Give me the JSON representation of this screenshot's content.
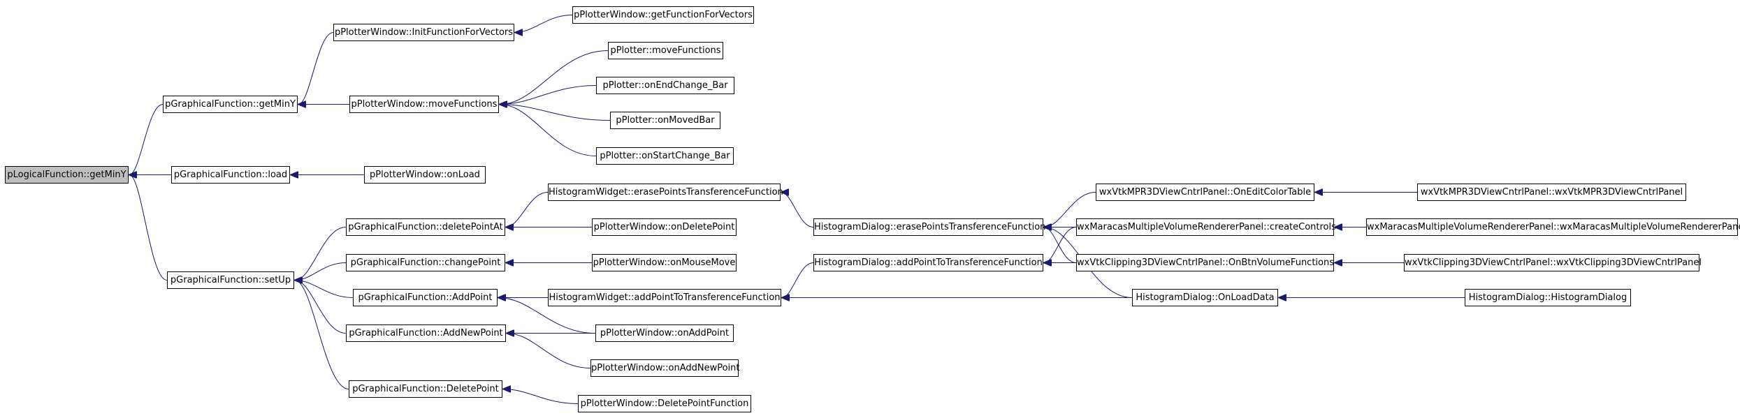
{
  "diagram": {
    "colors": {
      "edge": "#191970",
      "root_fill": "#bfbfbf",
      "node_fill": "#ffffff",
      "node_border": "#000000"
    },
    "nodes": {
      "n1": {
        "label": "pLogicalFunction::getMinY",
        "is_root": true
      },
      "n2": {
        "label": "pGraphicalFunction::getMinY"
      },
      "n3": {
        "label": "pGraphicalFunction::load"
      },
      "n4": {
        "label": "pGraphicalFunction::setUp"
      },
      "n5": {
        "label": "pPlotterWindow::InitFunctionForVectors"
      },
      "n6": {
        "label": "pPlotterWindow::moveFunctions"
      },
      "n7": {
        "label": "pPlotterWindow::getFunctionForVectors"
      },
      "n8": {
        "label": "pPlotter::moveFunctions"
      },
      "n9": {
        "label": "pPlotter::onEndChange_Bar"
      },
      "n10": {
        "label": "pPlotter::onMovedBar"
      },
      "n11": {
        "label": "pPlotter::onStartChange_Bar"
      },
      "n12": {
        "label": "pPlotterWindow::onLoad"
      },
      "n13": {
        "label": "pGraphicalFunction::deletePointAt"
      },
      "n14": {
        "label": "pGraphicalFunction::changePoint"
      },
      "n15": {
        "label": "pGraphicalFunction::AddPoint"
      },
      "n16": {
        "label": "pGraphicalFunction::AddNewPoint"
      },
      "n17": {
        "label": "pGraphicalFunction::DeletePoint"
      },
      "n18": {
        "label": "HistogramWidget::erasePointsTransferenceFunction"
      },
      "n19": {
        "label": "pPlotterWindow::onDeletePoint"
      },
      "n20": {
        "label": "pPlotterWindow::onMouseMove"
      },
      "n21": {
        "label": "HistogramWidget::addPointToTransferenceFunction"
      },
      "n22": {
        "label": "pPlotterWindow::onAddPoint"
      },
      "n23": {
        "label": "pPlotterWindow::onAddNewPoint"
      },
      "n24": {
        "label": "pPlotterWindow::DeletePointFunction"
      },
      "n25": {
        "label": "HistogramDialog::erasePointsTransferenceFunction"
      },
      "n26": {
        "label": "HistogramDialog::addPointToTransferenceFunction"
      },
      "n27": {
        "label": "wxVtkMPR3DViewCntrlPanel::OnEditColorTable"
      },
      "n28": {
        "label": "wxMaracasMultipleVolumeRendererPanel::createControls"
      },
      "n29": {
        "label": "wxVtkClipping3DViewCntrlPanel::OnBtnVolumeFunctions"
      },
      "n30": {
        "label": "HistogramDialog::OnLoadData"
      },
      "n31": {
        "label": "wxVtkMPR3DViewCntrlPanel::wxVtkMPR3DViewCntrlPanel"
      },
      "n32": {
        "label": "wxMaracasMultipleVolumeRendererPanel::wxMaracasMultipleVolumeRendererPanel"
      },
      "n33": {
        "label": "wxVtkClipping3DViewCntrlPanel::wxVtkClipping3DViewCntrlPanel"
      },
      "n34": {
        "label": "HistogramDialog::HistogramDialog"
      }
    },
    "edges": [
      {
        "from": "n2",
        "to": "n1"
      },
      {
        "from": "n3",
        "to": "n1"
      },
      {
        "from": "n4",
        "to": "n1"
      },
      {
        "from": "n5",
        "to": "n2"
      },
      {
        "from": "n6",
        "to": "n2"
      },
      {
        "from": "n7",
        "to": "n5"
      },
      {
        "from": "n8",
        "to": "n6"
      },
      {
        "from": "n9",
        "to": "n6"
      },
      {
        "from": "n10",
        "to": "n6"
      },
      {
        "from": "n11",
        "to": "n6"
      },
      {
        "from": "n12",
        "to": "n3"
      },
      {
        "from": "n13",
        "to": "n4"
      },
      {
        "from": "n14",
        "to": "n4"
      },
      {
        "from": "n15",
        "to": "n4"
      },
      {
        "from": "n16",
        "to": "n4"
      },
      {
        "from": "n17",
        "to": "n4"
      },
      {
        "from": "n18",
        "to": "n13"
      },
      {
        "from": "n19",
        "to": "n13"
      },
      {
        "from": "n20",
        "to": "n14"
      },
      {
        "from": "n21",
        "to": "n15"
      },
      {
        "from": "n22",
        "to": "n15"
      },
      {
        "from": "n22",
        "to": "n16"
      },
      {
        "from": "n23",
        "to": "n16"
      },
      {
        "from": "n24",
        "to": "n17"
      },
      {
        "from": "n25",
        "to": "n18"
      },
      {
        "from": "n26",
        "to": "n21"
      },
      {
        "from": "n30",
        "to": "n21"
      },
      {
        "from": "n27",
        "to": "n25"
      },
      {
        "from": "n28",
        "to": "n25"
      },
      {
        "from": "n29",
        "to": "n25"
      },
      {
        "from": "n30",
        "to": "n25"
      },
      {
        "from": "n28",
        "to": "n26"
      },
      {
        "from": "n29",
        "to": "n26"
      },
      {
        "from": "n31",
        "to": "n27"
      },
      {
        "from": "n32",
        "to": "n28"
      },
      {
        "from": "n33",
        "to": "n29"
      },
      {
        "from": "n34",
        "to": "n30"
      }
    ]
  }
}
